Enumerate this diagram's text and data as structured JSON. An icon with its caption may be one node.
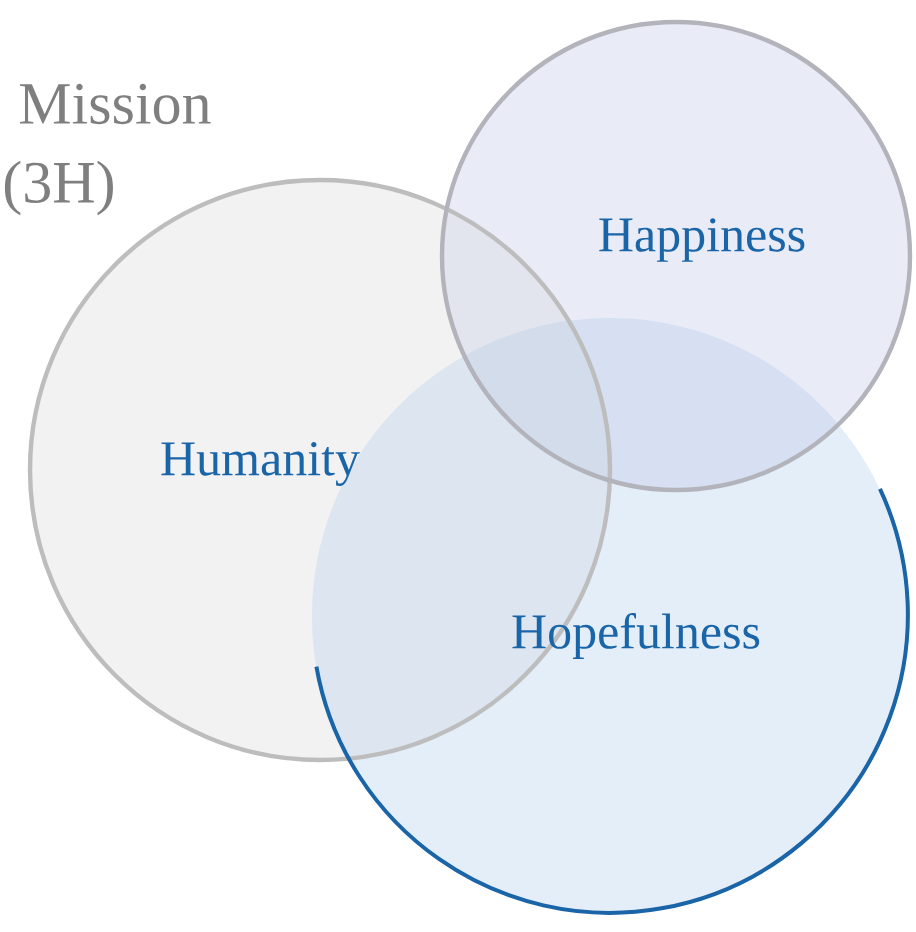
{
  "diagram": {
    "nodes": [
      {
        "text": [
          "Humanity"
        ]
      },
      {
        "text": [
          "Happiness"
        ]
      },
      {
        "text": [
          "Hopefulness"
        ]
      }
    ],
    "labels": [
      "Mission",
      "(3H)"
    ]
  }
}
